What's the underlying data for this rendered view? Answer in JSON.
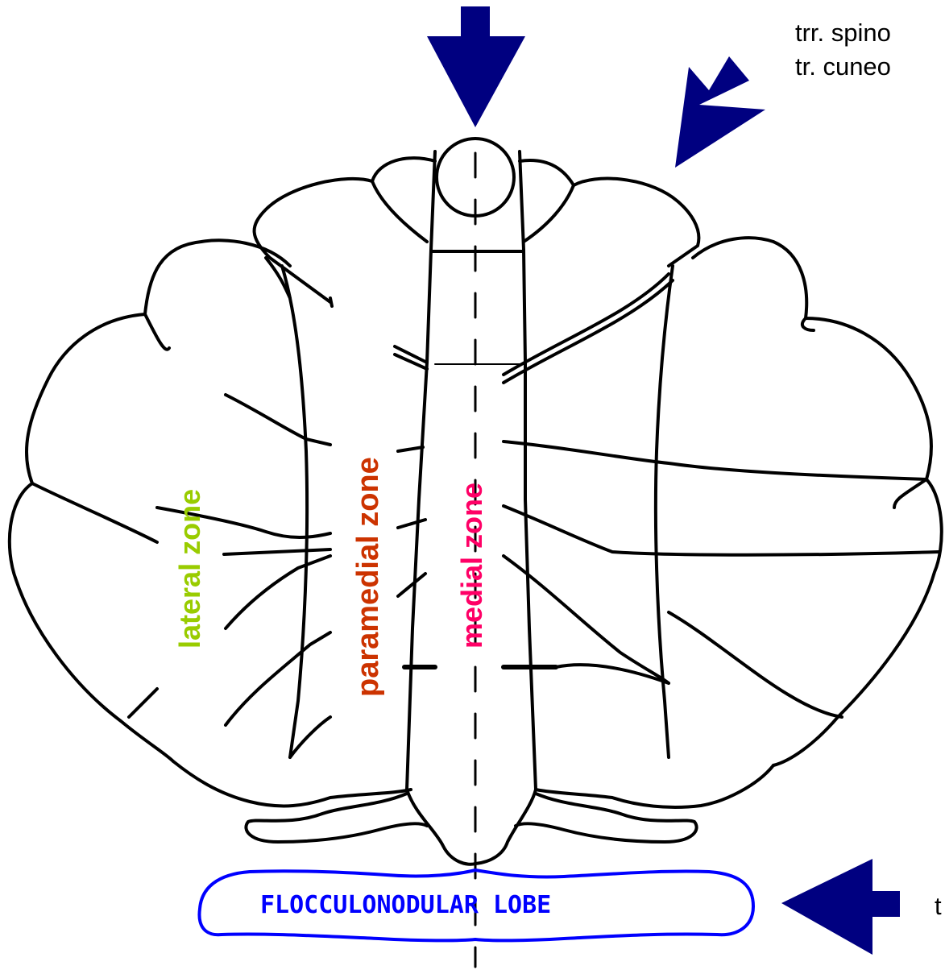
{
  "labels": {
    "lateral_zone": {
      "word1": "lateral",
      "word2": "zone"
    },
    "paramedial_zone": {
      "word1": "paramedial",
      "word2": "zone"
    },
    "medial_zone": "medial zone",
    "flocculonodular_lobe": "FLOCCULONODULAR LOBE",
    "tracts_line1": "trr. spino",
    "tracts_line2": "tr. cuneo",
    "bottom_right_text": "t"
  },
  "colors": {
    "arrow": "#000080",
    "outline": "#000000",
    "lateral_zone": "#99cc00",
    "paramedial_zone": "#cc3300",
    "medial_zone": "#ff0066",
    "flocculonodular": "#0000ff"
  },
  "icons": [
    "arrow-down-icon",
    "arrow-diagonal-icon",
    "arrow-left-icon"
  ]
}
